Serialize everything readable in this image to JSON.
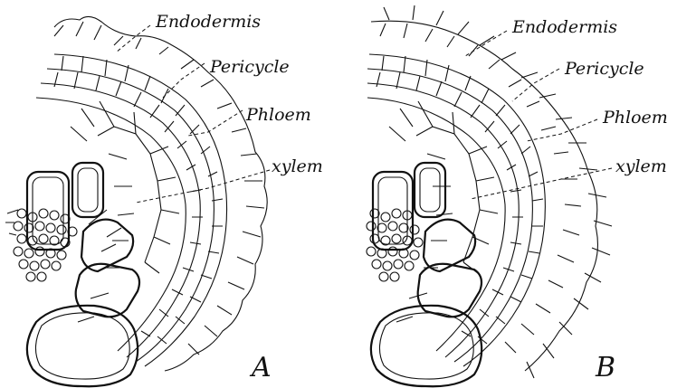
{
  "panels": [
    {
      "letter": "A",
      "labels": {
        "endodermis": "Endodermis",
        "pericycle": "Pericycle",
        "phloem": "Phloem",
        "xylem": "xylem"
      }
    },
    {
      "letter": "B",
      "labels": {
        "endodermis": "Endodermis",
        "pericycle": "Pericycle",
        "phloem": "Phloem",
        "xylem": "xylem"
      }
    }
  ]
}
